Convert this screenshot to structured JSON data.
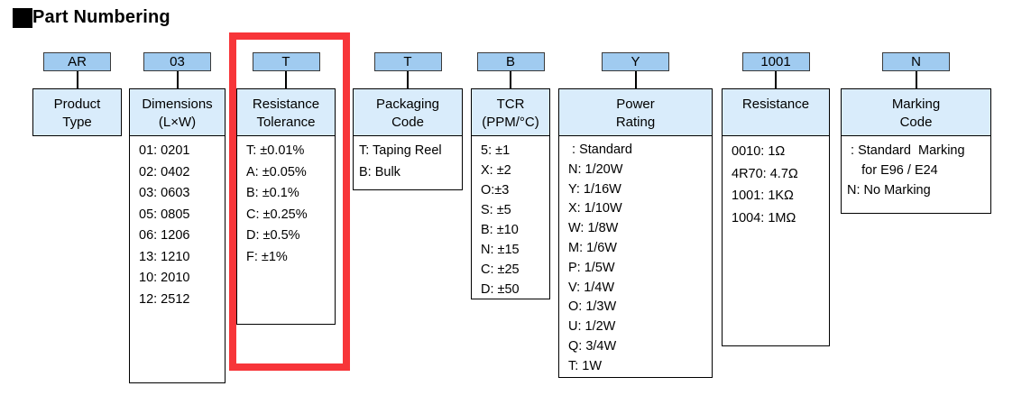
{
  "title": "Part Numbering",
  "colors": {
    "highlight_red": "#F73539",
    "code_box_blue": "#A0CBF0",
    "header_box_blue": "#D9ECFB"
  },
  "columns": [
    {
      "code": "AR",
      "label": "Product\nType",
      "items": []
    },
    {
      "code": "03",
      "label": "Dimensions\n(L×W)",
      "items": [
        "01: 0201",
        "02: 0402",
        "03: 0603",
        "05: 0805",
        "06: 1206",
        "13: 1210",
        "10: 2010",
        "12: 2512"
      ]
    },
    {
      "code": "T",
      "label": "Resistance\nTolerance",
      "items": [
        "T: ±0.01%",
        "A: ±0.05%",
        "B: ±0.1%",
        "C: ±0.25%",
        "D: ±0.5%",
        "F: ±1%"
      ],
      "highlighted": true
    },
    {
      "code": "T",
      "label": "Packaging\nCode",
      "items": [
        "T: Taping Reel",
        "B: Bulk"
      ]
    },
    {
      "code": "B",
      "label": "TCR\n(PPM/°C)",
      "items": [
        "5: ±1",
        "X: ±2",
        "O:±3",
        "S: ±5",
        "B: ±10",
        "N: ±15",
        "C: ±25",
        "D: ±50"
      ]
    },
    {
      "code": "Y",
      "label": "Power\nRating",
      "items": [
        " : Standard",
        "N: 1/20W",
        "Y: 1/16W",
        "X: 1/10W",
        "W: 1/8W",
        "M: 1/6W",
        "P: 1/5W",
        "V: 1/4W",
        "O: 1/3W",
        "U: 1/2W",
        "Q: 3/4W",
        "T: 1W"
      ]
    },
    {
      "code": "1001",
      "label": "Resistance",
      "items": [
        "0010: 1Ω",
        "4R70: 4.7Ω",
        "1001: 1KΩ",
        "1004: 1MΩ"
      ]
    },
    {
      "code": "N",
      "label": "Marking\nCode",
      "items": [
        " : Standard  Marking",
        "    for E96 / E24",
        "N: No Marking"
      ]
    }
  ]
}
